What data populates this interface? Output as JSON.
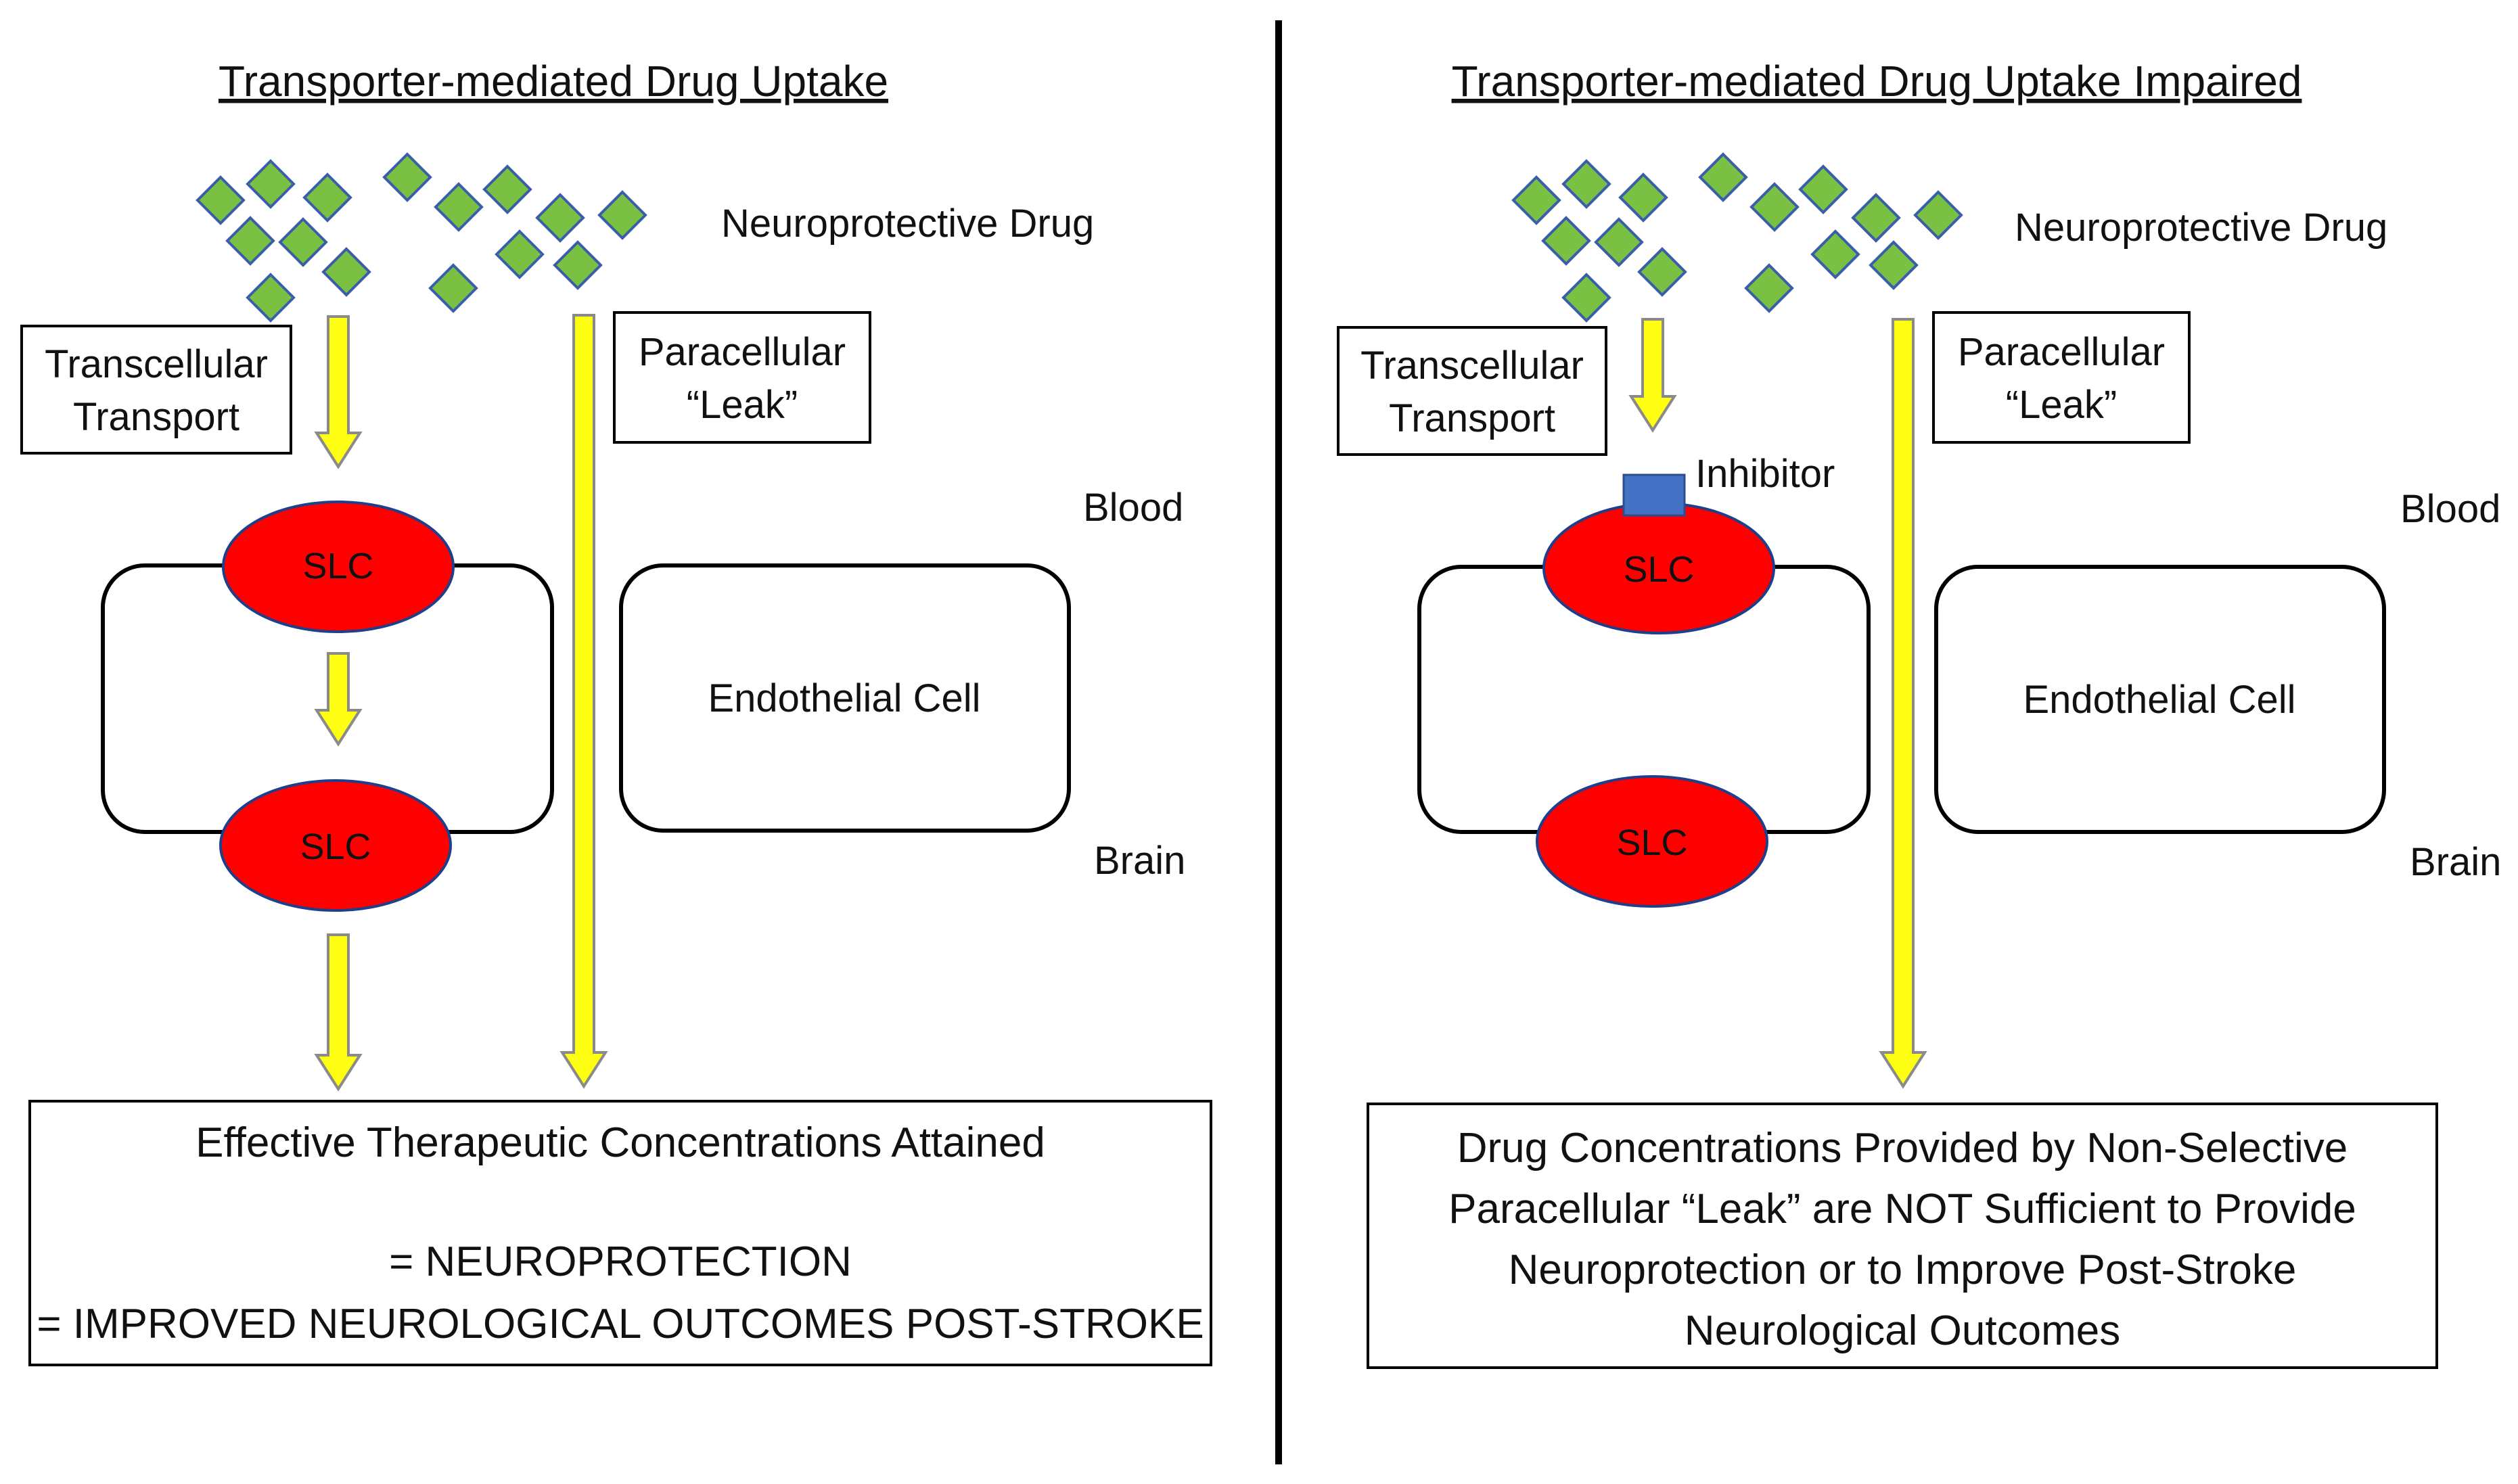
{
  "colors": {
    "drug_fill": "#7ac143",
    "drug_stroke": "#3a5fa8",
    "arrow_fill": "#ffff14",
    "arrow_stroke": "#8a8a8a",
    "slc_fill": "#ff0000",
    "inhibitor_fill": "#4472c4",
    "line": "#000000"
  },
  "left": {
    "title": "Transporter-mediated Drug Uptake",
    "drug_label": "Neuroprotective Drug",
    "transcellular": [
      "Transcellular",
      "Transport"
    ],
    "paracellular": [
      "Paracellular",
      "“Leak”"
    ],
    "blood": "Blood",
    "brain": "Brain",
    "slc_top": "SLC",
    "slc_bottom": "SLC",
    "endothelial": "Endothelial Cell",
    "outcome": [
      "Effective Therapeutic Concentrations Attained",
      "= NEUROPROTECTION",
      "= IMPROVED NEUROLOGICAL OUTCOMES POST-STROKE"
    ]
  },
  "right": {
    "title": "Transporter-mediated Drug Uptake Impaired",
    "drug_label": "Neuroprotective Drug",
    "transcellular": [
      "Transcellular",
      "Transport"
    ],
    "paracellular": [
      "Paracellular",
      "“Leak”"
    ],
    "inhibitor": "Inhibitor",
    "blood": "Blood",
    "brain": "Brain",
    "slc_top": "SLC",
    "slc_bottom": "SLC",
    "endothelial": "Endothelial Cell",
    "outcome": [
      "Drug Concentrations Provided by Non-Selective",
      "Paracellular “Leak” are NOT Sufficient to Provide",
      "Neuroprotection or to Improve Post-Stroke",
      "Neurological Outcomes"
    ]
  }
}
